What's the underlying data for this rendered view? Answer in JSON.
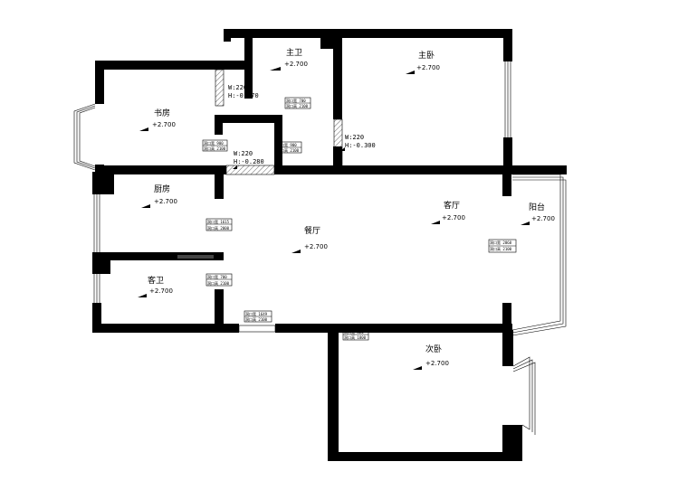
{
  "rooms": {
    "master_bath": {
      "name": "主卫",
      "elev": "+2.700"
    },
    "master_bed": {
      "name": "主卧",
      "elev": "+2.700"
    },
    "study": {
      "name": "书房",
      "elev": "+2.700"
    },
    "kitchen": {
      "name": "厨房",
      "elev": "+2.700"
    },
    "living": {
      "name": "客厅",
      "elev": "+2.700"
    },
    "balcony": {
      "name": "阳台",
      "elev": "+2.700"
    },
    "dining": {
      "name": "餐厅",
      "elev": "+2.700"
    },
    "guest_bath": {
      "name": "客卫",
      "elev": "+2.700"
    },
    "second_bed": {
      "name": "次卧",
      "elev": "+2.700"
    }
  },
  "beam_notes": {
    "study_beam": {
      "w": "W:220",
      "h": "H:-0.370"
    },
    "hall_beam": {
      "w": "W:220",
      "h": "H:-0.280"
    },
    "bed_beam": {
      "w": "W:220",
      "h": "H:-0.300"
    }
  },
  "door_tags": {
    "bath": {
      "l1": "洞口宽 700",
      "l2": "洞口高 2100"
    },
    "study": {
      "l1": "洞口宽 900",
      "l2": "洞口高 2100"
    },
    "bed": {
      "l1": "洞口宽 900",
      "l2": "洞口高 2100"
    },
    "kitchen": {
      "l1": "洞口宽 1615",
      "l2": "洞口高 2000"
    },
    "living": {
      "l1": "洞口宽 2868",
      "l2": "洞口高 2100"
    },
    "guest": {
      "l1": "洞口宽 700",
      "l2": "洞口高 2100"
    },
    "entry": {
      "l1": "洞口宽 1649",
      "l2": "洞口高 2100"
    },
    "second": {
      "l1": "洞口宽 820",
      "l2": "洞口高 1800"
    }
  }
}
